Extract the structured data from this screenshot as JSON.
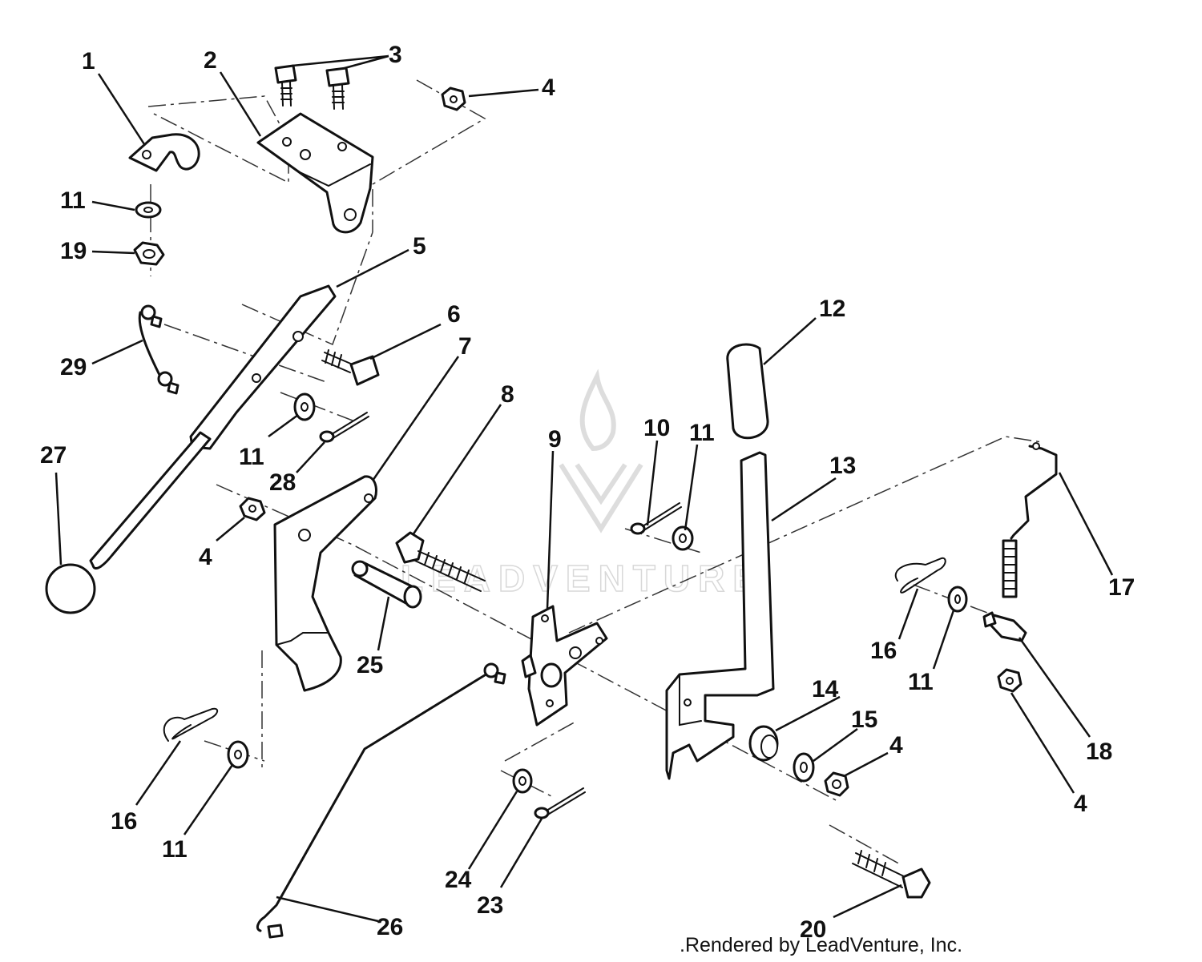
{
  "diagram": {
    "credit": ".Rendered by LeadVenture, Inc.",
    "watermark": "LEADVENTURE",
    "callouts": {
      "c1": "1",
      "c2": "2",
      "c3": "3",
      "c4a": "4",
      "c4b": "4",
      "c4c": "4",
      "c4d": "4",
      "c5": "5",
      "c6": "6",
      "c7": "7",
      "c8": "8",
      "c9": "9",
      "c10": "10",
      "c11a": "11",
      "c11b": "11",
      "c11c": "11",
      "c11d": "11",
      "c11e": "11",
      "c12": "12",
      "c13": "13",
      "c14": "14",
      "c15": "15",
      "c16a": "16",
      "c16b": "16",
      "c17": "17",
      "c18": "18",
      "c19": "19",
      "c20": "20",
      "c23": "23",
      "c24": "24",
      "c25": "25",
      "c26": "26",
      "c27": "27",
      "c28": "28",
      "c29": "29"
    }
  }
}
